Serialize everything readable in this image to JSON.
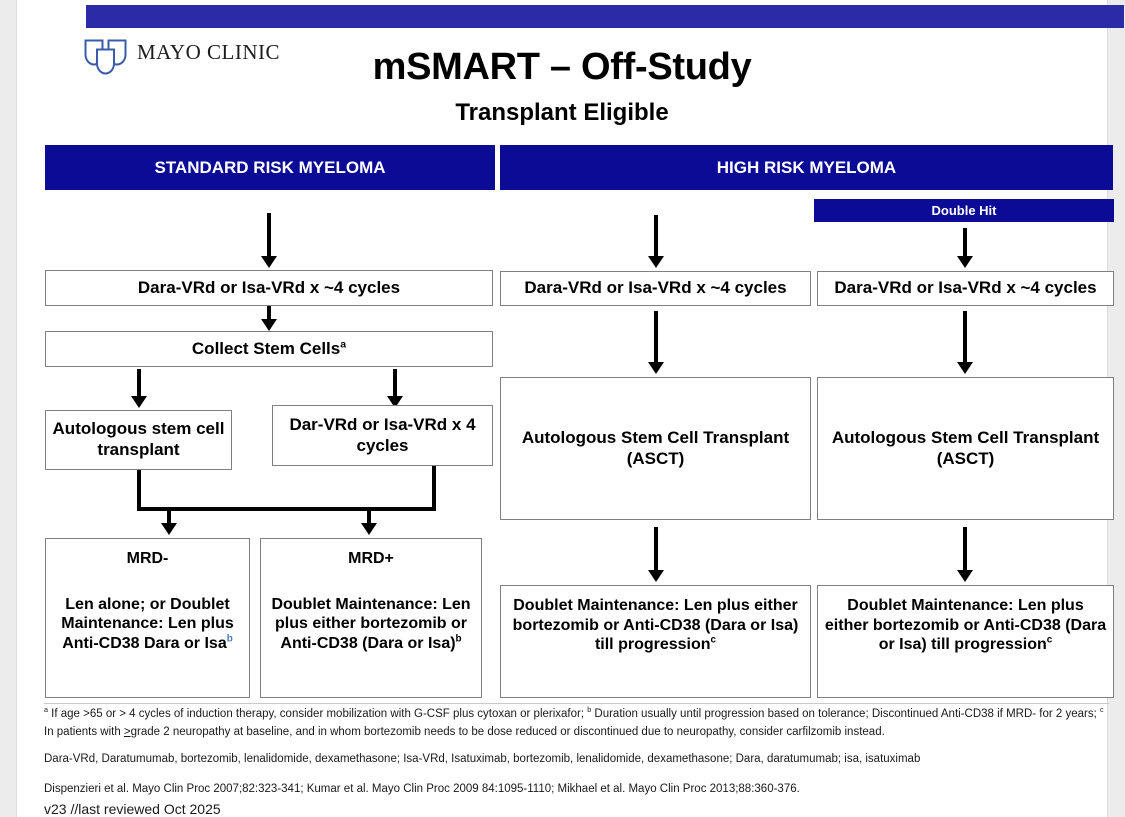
{
  "brand": {
    "logo_text": "MAYO CLINIC",
    "logo_icon": "mayo-shields-icon",
    "accent_bar_color": "#2b2ba8",
    "banner_color": "#0b0b96",
    "box_border_color": "#808080"
  },
  "header": {
    "title": "mSMART – Off-Study",
    "subtitle": "Transplant Eligible"
  },
  "banners": {
    "standard_risk": "STANDARD RISK MYELOMA",
    "high_risk": "HIGH RISK MYELOMA",
    "double_hit": "Double Hit"
  },
  "standard_risk": {
    "induction": "Dara-VRd or Isa-VRd x ~4 cycles",
    "collect_stem_cells": "Collect Stem Cells",
    "collect_stem_cells_footnote": "a",
    "asct": "Autologous stem cell transplant",
    "consolidation": "Dar-VRd or Isa-VRd x 4  cycles",
    "mrd_negative": {
      "heading": "MRD-",
      "body": "Len alone; or Doublet Maintenance: Len plus Anti-CD38 Dara or Isa",
      "footnote": "b"
    },
    "mrd_positive": {
      "heading": "MRD+",
      "body": "Doublet Maintenance: Len plus either bortezomib or Anti-CD38 (Dara or Isa)",
      "footnote": "b"
    }
  },
  "high_risk": {
    "induction": "Dara-VRd or Isa-VRd x ~4 cycles",
    "asct": "Autologous Stem Cell Transplant (ASCT)",
    "maintenance": "Doublet Maintenance: Len plus either bortezomib or Anti-CD38 (Dara or Isa) till progression",
    "maintenance_footnote": "c"
  },
  "double_hit": {
    "induction": "Dara-VRd or Isa-VRd x ~4 cycles",
    "asct": "Autologous Stem Cell Transplant (ASCT)",
    "maintenance": "Doublet Maintenance: Len plus either bortezomib or Anti-CD38 (Dara or Isa) till progression",
    "maintenance_footnote": "c"
  },
  "footnotes": {
    "notes": "a If age >65 or > 4 cycles of induction therapy, consider mobilization with G-CSF plus cytoxan or plerixafor; b Duration usually until progression based on tolerance; Discontinued Anti-CD38 if MRD- for 2 years; c In patients with ≥grade 2 neuropathy at baseline, and in whom bortezomib needs to be dose reduced or discontinued due to neuropathy, consider carfilzomib instead.",
    "abbreviations": "Dara-VRd, Daratumumab, bortezomib, lenalidomide, dexamethasone; Isa-VRd, Isatuximab, bortezomib, lenalidomide, dexamethasone; Dara, daratumumab; isa, isatuximab",
    "references": "Dispenzieri et al. Mayo Clin Proc 2007;82:323-341; Kumar et al. Mayo Clin Proc 2009 84:1095-1110; Mikhael et al. Mayo Clin Proc 2013;88:360-376.",
    "version": "v23    //last reviewed Oct 2025"
  }
}
